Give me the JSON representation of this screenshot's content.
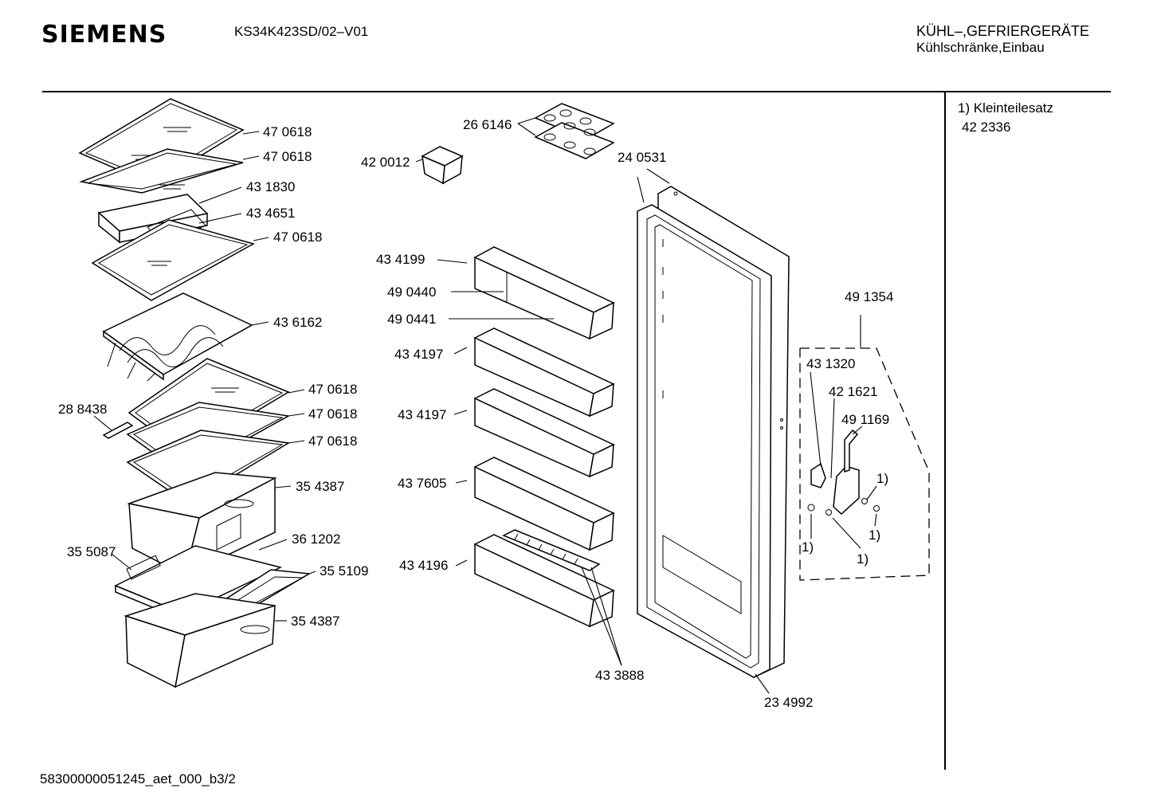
{
  "header": {
    "brand": "SIEMENS",
    "model_code": "KS34K423SD/02–V01",
    "category_line1": "KÜHL–,GEFRIERGERÄTE",
    "category_line2": "Kühlschränke,Einbau"
  },
  "footer": {
    "doc_id": "58300000051245_aet_000_b3/2"
  },
  "notes": {
    "line1": "1) Kleinteilesatz",
    "line2": "42 2336"
  },
  "parts": {
    "p_470618_a": "47 0618",
    "p_470618_b": "47 0618",
    "p_431830": "43 1830",
    "p_434651": "43 4651",
    "p_470618_c": "47 0618",
    "p_436162": "43 6162",
    "p_470618_d": "47 0618",
    "p_288438": "28 8438",
    "p_470618_e": "47 0618",
    "p_470618_f": "47 0618",
    "p_354387_a": "35 4387",
    "p_361202": "36 1202",
    "p_355087": "35 5087",
    "p_355109": "35 5109",
    "p_354387_b": "35 4387",
    "p_266146": "26 6146",
    "p_420012": "42 0012",
    "p_240531": "24 0531",
    "p_434199": "43 4199",
    "p_490440": "49 0440",
    "p_490441": "49 0441",
    "p_434197_a": "43 4197",
    "p_434197_b": "43 4197",
    "p_437605": "43 7605",
    "p_434196": "43 4196",
    "p_433888": "43 3888",
    "p_234992": "23 4992",
    "p_491354": "49 1354",
    "p_431320": "43 1320",
    "p_421621": "42 1621",
    "p_491169": "49 1169",
    "ref_1a": "1)",
    "ref_1b": "1)",
    "ref_1c": "1)",
    "ref_1d": "1)"
  },
  "icons": {
    "shelf": "glass-shelf-icon",
    "bottle_rack": "bottle-rack-icon",
    "crisper": "vegetable-crisper-icon",
    "door_shelf": "door-shelf-icon",
    "egg_tray": "egg-tray-icon",
    "butter_box": "butter-box-icon",
    "door": "door-panel-icon",
    "hinge": "hinge-kit-icon"
  }
}
